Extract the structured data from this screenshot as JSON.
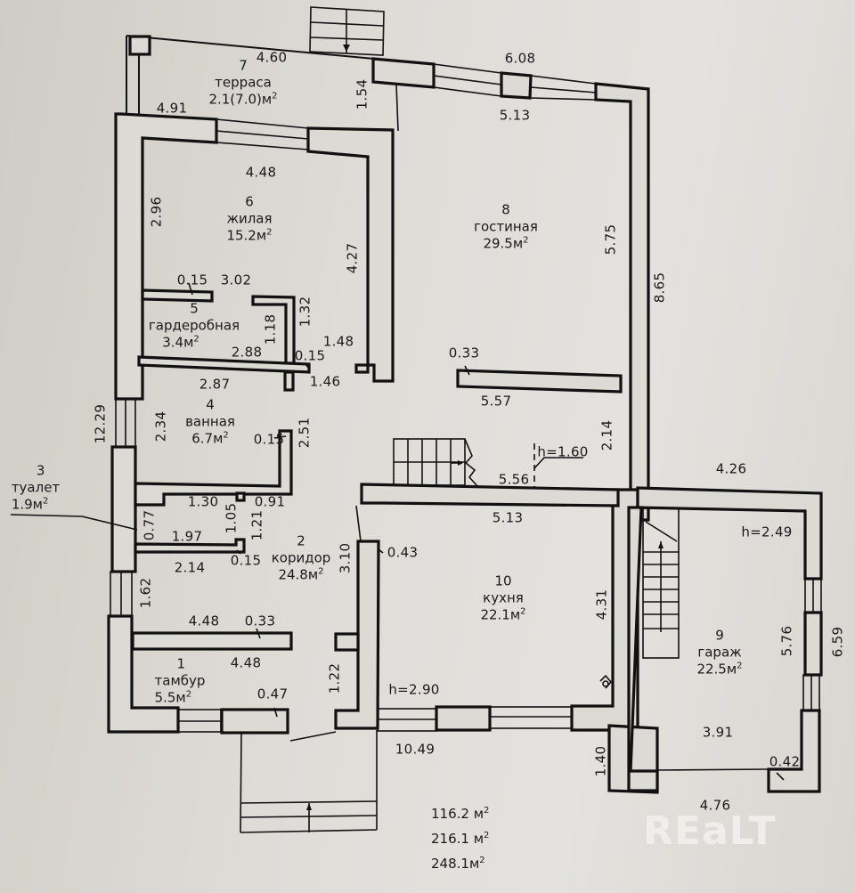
{
  "plan": {
    "rooms": [
      {
        "number": "1",
        "name": "тамбур",
        "area": "5.5м",
        "sup": "2"
      },
      {
        "number": "2",
        "name": "коридор",
        "area": "24.8м",
        "sup": "2"
      },
      {
        "number": "3",
        "name": "туалет",
        "area": "1.9м",
        "sup": "2"
      },
      {
        "number": "4",
        "name": "ванная",
        "area": "6.7м",
        "sup": "2"
      },
      {
        "number": "5",
        "name": "гардеробная",
        "area": "3.4м",
        "sup": "2"
      },
      {
        "number": "6",
        "name": "жилая",
        "area": "15.2м",
        "sup": "2"
      },
      {
        "number": "7",
        "name": "терраса",
        "area": "2.1(7.0)м",
        "sup": "2"
      },
      {
        "number": "8",
        "name": "гостиная",
        "area": "29.5м",
        "sup": "2"
      },
      {
        "number": "9",
        "name": "гараж",
        "area": "22.5м",
        "sup": "2"
      },
      {
        "number": "10",
        "name": "кухня",
        "area": "22.1м",
        "sup": "2"
      }
    ],
    "dimensions": {
      "d460": "4.60",
      "d608": "6.08",
      "d154": "1.54",
      "d513a": "5.13",
      "d491": "4.91",
      "d448a": "4.48",
      "d296": "2.96",
      "d427": "4.27",
      "d575": "5.75",
      "d865": "8.65",
      "d015a": "0.15",
      "d302": "3.02",
      "d132": "1.32",
      "d118": "1.18",
      "d288": "2.88",
      "d015b": "0.15",
      "d148": "1.48",
      "d146": "1.46",
      "d287": "2.87",
      "d033a": "0.33",
      "d557": "5.57",
      "d1229": "12.29",
      "d234": "2.34",
      "d015c": "0.15",
      "d251": "2.51",
      "h160": "h=1.60",
      "d214a": "2.14",
      "d556": "5.56",
      "d426": "4.26",
      "d130": "1.30",
      "d091": "0.91",
      "d105": "1.05",
      "d121": "1.21",
      "d077": "0.77",
      "d197": "1.97",
      "d015d": "0.15",
      "d214b": "2.14",
      "d310": "3.10",
      "d043": "0.43",
      "d513b": "5.13",
      "h249": "h=2.49",
      "d162": "1.62",
      "d431": "4.31",
      "d576": "5.76",
      "d659": "6.59",
      "d448b": "4.48",
      "d033b": "0.33",
      "d448c": "4.48",
      "d122": "1.22",
      "d047": "0.47",
      "h290": "h=2.90",
      "d391": "3.91",
      "d042": "0.42",
      "d1049": "10.49",
      "d140": "1.40",
      "d476": "4.76"
    },
    "totals": [
      "116.2 м",
      "216.1 м",
      "248.1м"
    ],
    "totals_sup": "2"
  },
  "watermark": "REaLT"
}
